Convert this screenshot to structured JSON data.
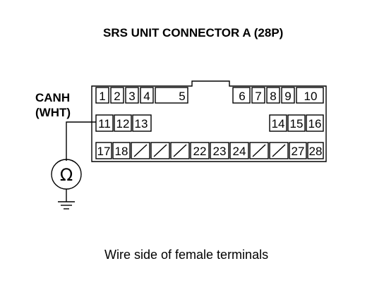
{
  "title": "SRS UNIT CONNECTOR A (28P)",
  "wire": {
    "name": "CANH",
    "color": "(WHT)"
  },
  "caption": "Wire side of female terminals",
  "meter_symbol": "Ω",
  "connector": {
    "row1": [
      "1",
      "2",
      "3",
      "4",
      "5",
      "",
      "6",
      "7",
      "8",
      "9",
      "10"
    ],
    "row2": [
      "11",
      "12",
      "13",
      "14",
      "15",
      "16"
    ],
    "row3": [
      "17",
      "18",
      "/",
      "/",
      "/",
      "22",
      "23",
      "24",
      "/",
      "/",
      "27",
      "28"
    ]
  },
  "probe_terminal": "11"
}
